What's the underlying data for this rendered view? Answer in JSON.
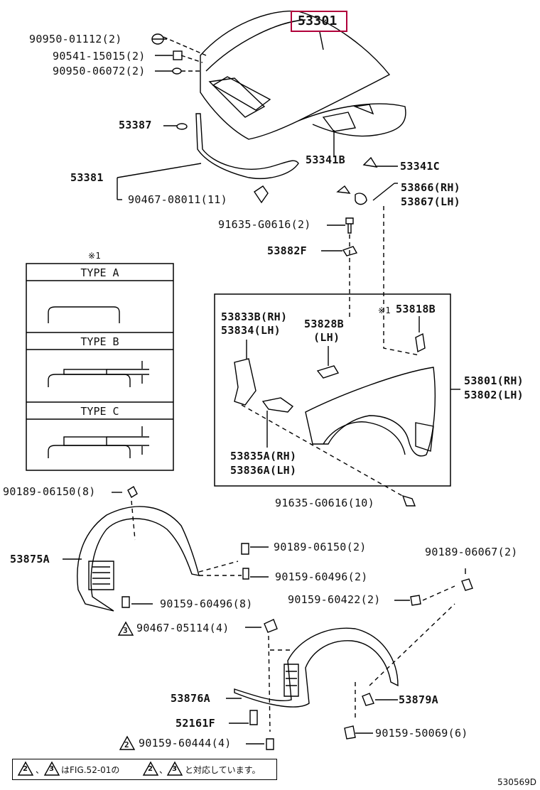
{
  "parts": {
    "p53301": "53301",
    "p90950_01112": "90950-01112(2)",
    "p90541_15015": "90541-15015(2)",
    "p90950_06072": "90950-06072(2)",
    "p53387": "53387",
    "p53341B": "53341B",
    "p53341C": "53341C",
    "p53381": "53381",
    "p90467_08011": "90467-08011(11)",
    "p53866": "53866(RH)",
    "p53867": "53867(LH)",
    "p91635_g0616_2": "91635-G0616(2)",
    "p53882F": "53882F",
    "p53833B": "53833B(RH)",
    "p53834": "53834(LH)",
    "p53828B": "53828B",
    "p53828B_lh": "(LH)",
    "p53818B": "53818B",
    "p53801": "53801(RH)",
    "p53802": "53802(LH)",
    "p53835A": "53835A(RH)",
    "p53836A": "53836A(LH)",
    "p91635_g0616_10": "91635-G0616(10)",
    "p90189_06150_8": "90189-06150(8)",
    "p53875A": "53875A",
    "p90189_06150_2": "90189-06150(2)",
    "p90159_60496_2": "90159-60496(2)",
    "p90159_60496_8": "90159-60496(8)",
    "p90189_06067": "90189-06067(2)",
    "p90159_60422": "90159-60422(2)",
    "p90467_05114": "90467-05114(4)",
    "p53876A": "53876A",
    "p53879A": "53879A",
    "p52161F": "52161F",
    "p90159_50069": "90159-50069(6)",
    "p90159_60444": "90159-60444(4)"
  },
  "note_marks": {
    "mark_1": "※1",
    "mark_1b": "※1",
    "tri3": "3",
    "tri2": "2"
  },
  "type_panel": {
    "type_a": "TYPE A",
    "type_b": "TYPE B",
    "type_c": "TYPE C"
  },
  "footer": {
    "tri2": "2",
    "tri3": "3",
    "text1": "、",
    "text2": "はFIG.52-01の",
    "tri2b": "2",
    "text3": "、",
    "tri3b": "3",
    "text4": "と対応しています。"
  },
  "ref_code": "530569D",
  "colors": {
    "highlight": "#b0003a",
    "line": "#000000"
  }
}
